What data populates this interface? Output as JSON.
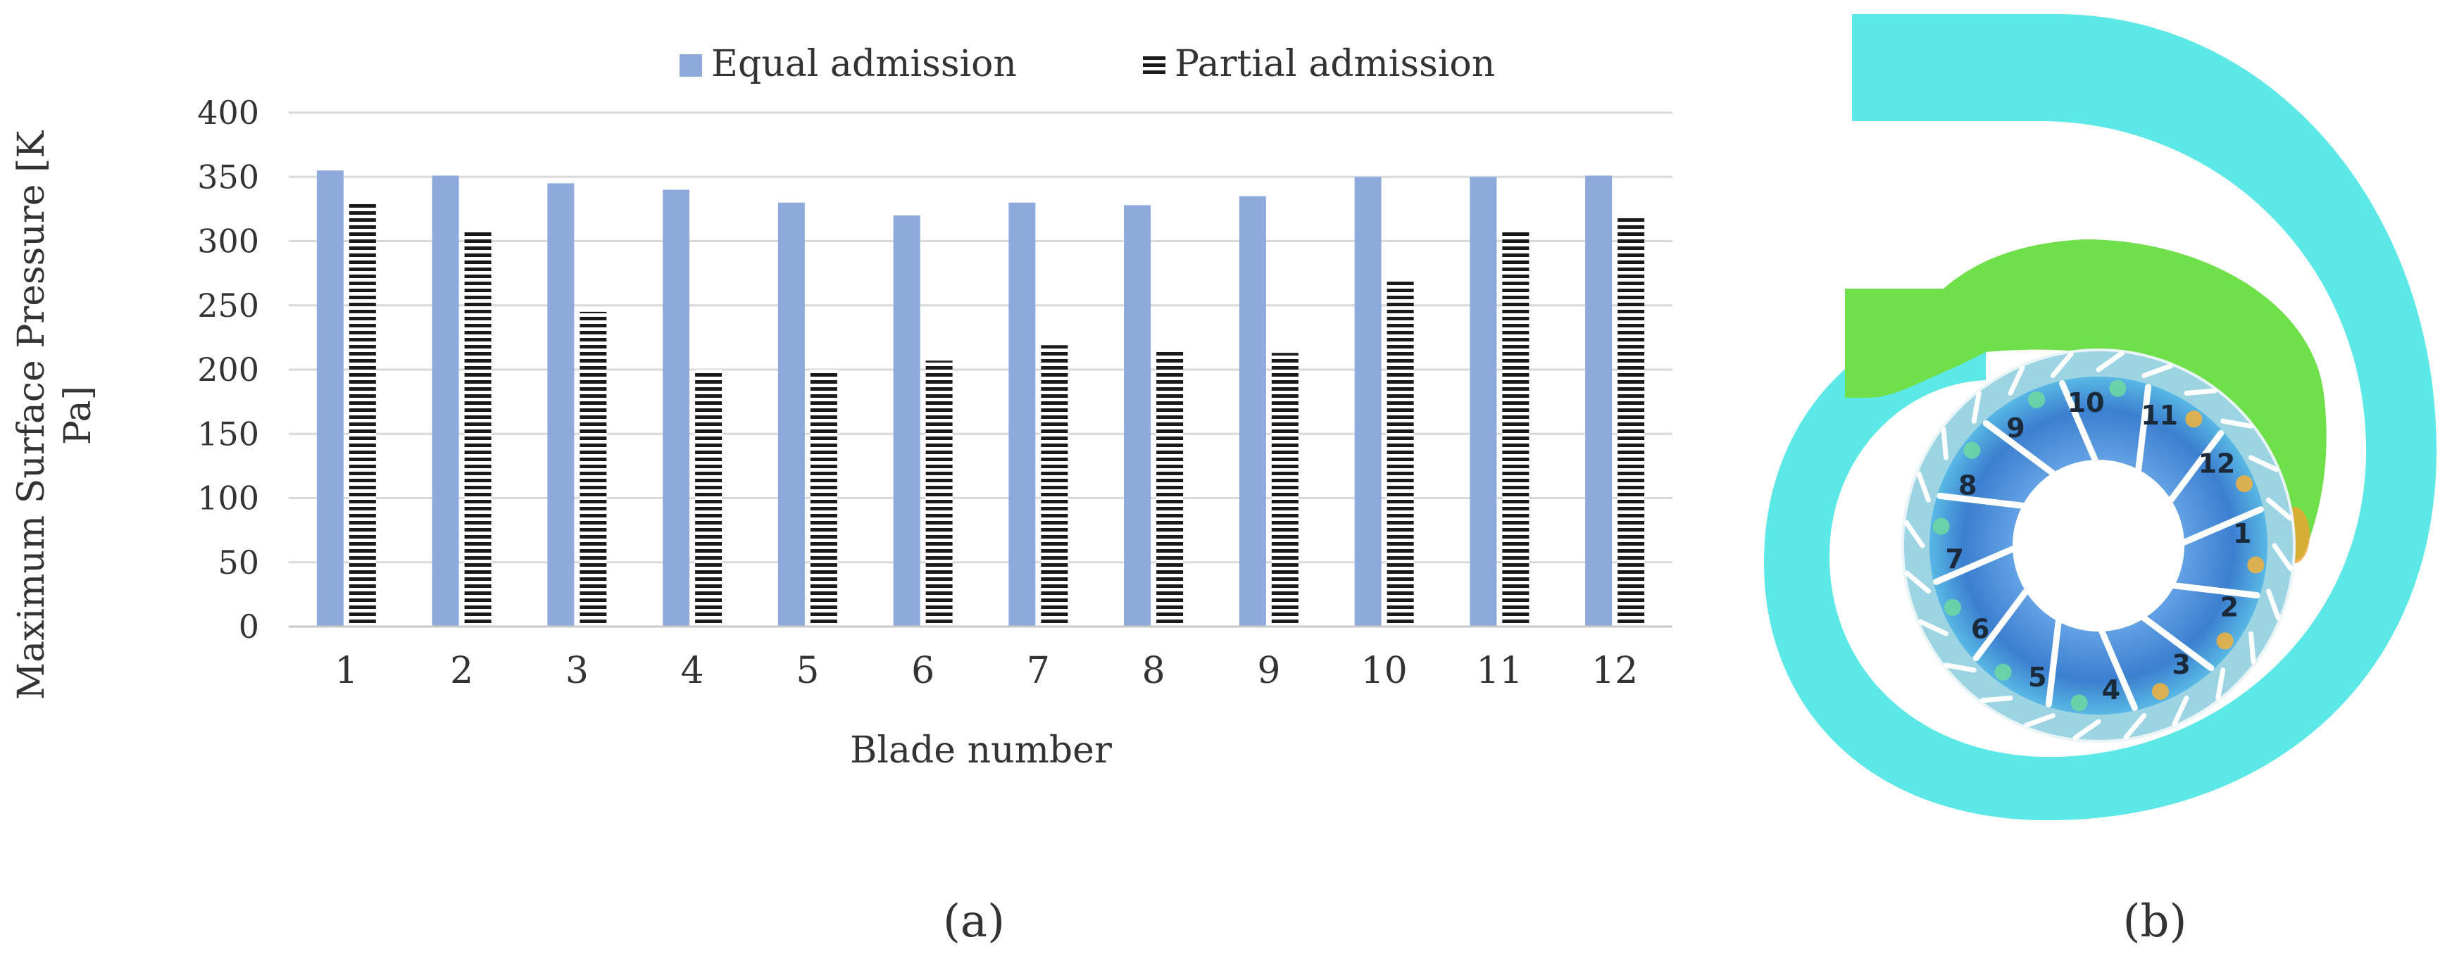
{
  "panel_a_label": "(a)",
  "panel_b_label": "(b)",
  "chart_data": {
    "type": "bar",
    "title": "",
    "xlabel": "Blade number",
    "ylabel_lines": [
      "Maximum Surface Pressure [K",
      "Pa]"
    ],
    "categories": [
      "1",
      "2",
      "3",
      "4",
      "5",
      "6",
      "7",
      "8",
      "9",
      "10",
      "11",
      "12"
    ],
    "ylim": [
      0,
      400
    ],
    "yticks": [
      0,
      50,
      100,
      150,
      200,
      250,
      300,
      350,
      400
    ],
    "grid": true,
    "legend_position": "top",
    "series": [
      {
        "name": "Equal admission",
        "color": "#8eaadc",
        "pattern": "solid",
        "values": [
          355,
          351,
          345,
          340,
          330,
          320,
          330,
          328,
          335,
          350,
          350,
          351
        ]
      },
      {
        "name": "Partial admission",
        "color": "#1a1a1a",
        "pattern": "horizontal-stripes",
        "values": [
          331,
          307,
          245,
          200,
          200,
          207,
          219,
          215,
          213,
          271,
          307,
          320
        ]
      }
    ]
  },
  "turbine_diagram": {
    "blade_labels": [
      "1",
      "2",
      "3",
      "4",
      "5",
      "6",
      "7",
      "8",
      "9",
      "10",
      "11",
      "12"
    ],
    "casing_color": "#5ce8e6",
    "inlet_color": "#6fe04a",
    "rotor_color": "#4a90d8"
  }
}
